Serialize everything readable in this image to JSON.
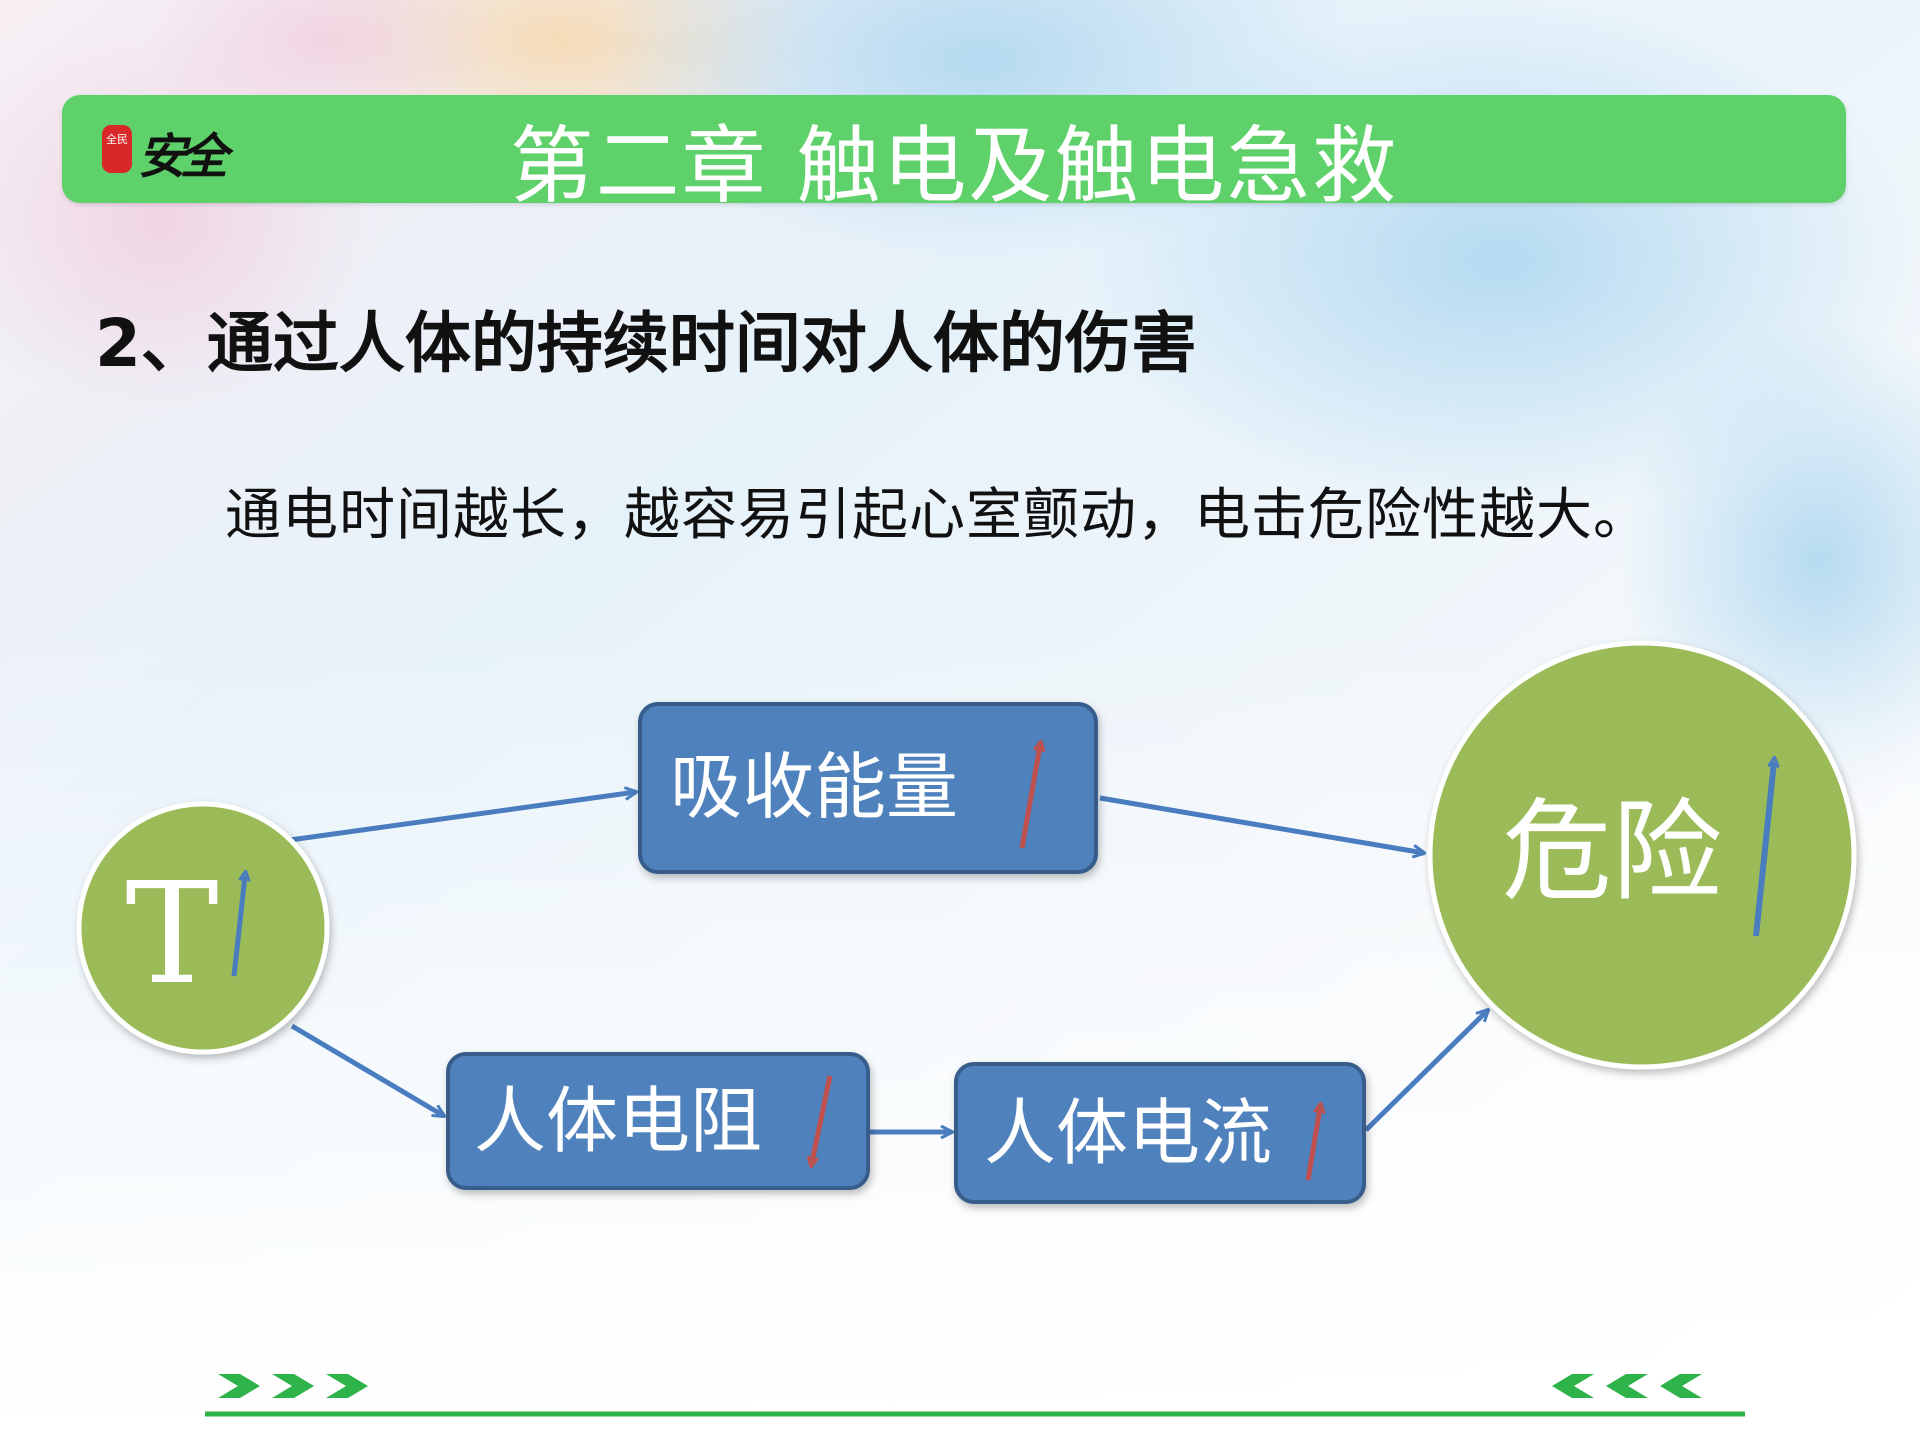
{
  "header": {
    "logo_seal": "全民",
    "logo_text": "安全",
    "title": "第二章 触电及触电急救"
  },
  "section": {
    "heading": "2、通过人体的持续时间对人体的伤害",
    "description": "通电时间越长，越容易引起心室颤动，电击危险性越大。"
  },
  "diagram": {
    "nodes": {
      "time": {
        "label": "T",
        "trend": "up",
        "arrow_color": "#4a7cc0"
      },
      "absorbed_energy": {
        "label": "吸收能量",
        "trend": "up",
        "arrow_color": "#c0504d"
      },
      "body_resistance": {
        "label": "人体电阻",
        "trend": "down",
        "arrow_color": "#c0504d"
      },
      "body_current": {
        "label": "人体电流",
        "trend": "up",
        "arrow_color": "#c0504d"
      },
      "danger": {
        "label": "危险",
        "trend": "up",
        "arrow_color": "#4a7cc0"
      }
    },
    "edges": [
      {
        "from": "time",
        "to": "absorbed_energy"
      },
      {
        "from": "absorbed_energy",
        "to": "danger"
      },
      {
        "from": "time",
        "to": "body_resistance"
      },
      {
        "from": "body_resistance",
        "to": "body_current"
      },
      {
        "from": "body_current",
        "to": "danger"
      }
    ],
    "colors": {
      "circle_fill": "#9bbb59",
      "box_fill": "#4f81bd",
      "box_border": "#385d8a",
      "connector": "#4a7cc0"
    }
  },
  "footer": {
    "accent_color": "#2db34a",
    "left_chevrons": 3,
    "right_chevrons": 3
  }
}
